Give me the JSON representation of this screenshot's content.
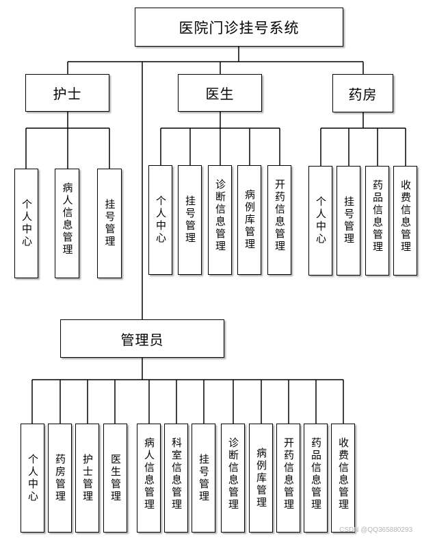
{
  "title": "医院门诊挂号系统",
  "roles": {
    "nurse": {
      "label": "护士",
      "modules": [
        "个人中心",
        "病人信息管理",
        "挂号管理"
      ]
    },
    "doctor": {
      "label": "医生",
      "modules": [
        "个人中心",
        "挂号管理",
        "诊断信息管理",
        "病例库管理",
        "开药信息管理"
      ]
    },
    "pharmacy": {
      "label": "药房",
      "modules": [
        "个人中心",
        "挂号管理",
        "药品信息管理",
        "收费信息管理"
      ]
    },
    "admin": {
      "label": "管理员",
      "modules": [
        "个人中心",
        "药房管理",
        "护士管理",
        "医生管理",
        "病人信息管理",
        "科室信息管理",
        "挂号管理",
        "诊断信息管理",
        "病例库管理",
        "开药信息管理",
        "药品信息管理",
        "收费信息管理"
      ]
    }
  },
  "watermark": "CSDN @QQ365880293"
}
